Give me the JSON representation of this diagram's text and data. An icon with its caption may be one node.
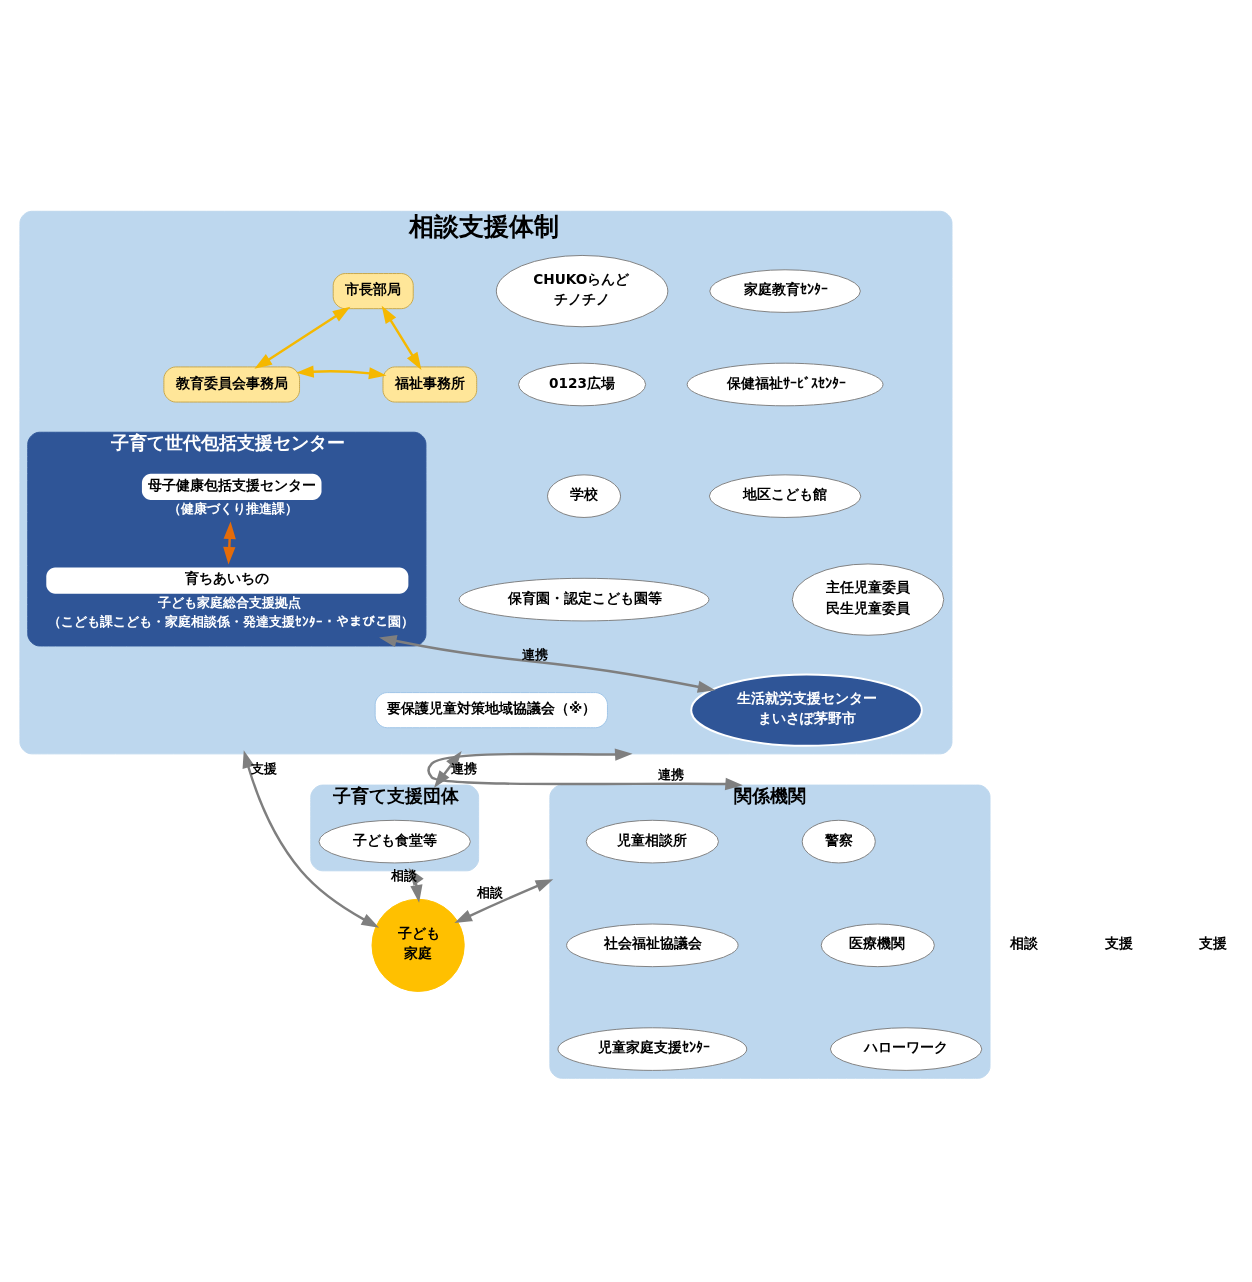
{
  "diagram": {
    "nodes": [
      {
        "text": [
          "相談支援体制"
        ]
      },
      {
        "text": [
          "市長部局"
        ],
        "in": 0
      },
      {
        "text": [
          "福祉事務所"
        ],
        "in": 0
      },
      {
        "text": [
          "教育委員会事務局"
        ],
        "in": 0
      },
      {
        "text": [
          "家庭教育ｾﾝﾀｰ"
        ],
        "in": 0
      },
      {
        "text": [
          "保健福祉ｻｰﾋﾞｽｾﾝﾀｰ"
        ],
        "in": 0
      },
      {
        "text": [
          "地区こども館"
        ],
        "in": 0
      },
      {
        "text": [
          "主任児童委員",
          "民生児童委員"
        ],
        "in": 0
      },
      {
        "text": [
          "CHUKOらんど",
          "チノチノ"
        ],
        "in": 0
      },
      {
        "text": [
          "0123広場"
        ],
        "in": 0
      },
      {
        "text": [
          "学校"
        ],
        "in": 0
      },
      {
        "text": [
          "保育園・認定こども園等"
        ],
        "in": 0
      },
      {
        "text": [
          "子育て世代包括支援センター"
        ],
        "in": 0
      },
      {
        "text": [
          "母子健康包括支援センター"
        ],
        "in": 12,
        "beside": [
          "（健康づくり推進課）"
        ]
      },
      {
        "text": [
          "育ちあいちの"
        ],
        "in": 12,
        "beside": [
          "子ども家庭総合支援拠点",
          "（こども課こども・家庭相談係・発達支援ｾﾝﾀｰ・やまびこ園）"
        ]
      },
      {
        "text": [
          "要保護児童対策地域協議会（※）"
        ],
        "in": 0
      },
      {
        "text": [
          "生活就労支援センター",
          "まいさぽ茅野市"
        ],
        "in": 0
      },
      {
        "text": [
          "関係機関"
        ]
      },
      {
        "text": [
          "警察"
        ],
        "in": 17
      },
      {
        "text": [
          "児童相談所"
        ],
        "in": 17
      },
      {
        "text": [
          "医療機関"
        ],
        "in": 17
      },
      {
        "text": [
          "社会福祉協議会"
        ],
        "in": 17
      },
      {
        "text": [
          "ハローワーク"
        ],
        "in": 17
      },
      {
        "text": [
          "児童家庭支援ｾﾝﾀｰ"
        ],
        "in": 17
      },
      {
        "text": [
          "子ども",
          "家庭"
        ]
      },
      {
        "text": [
          "子育て支援団体"
        ]
      },
      {
        "text": [
          "子ども食堂等"
        ],
        "in": 25
      }
    ],
    "edges": [
      {
        "from": 1,
        "to": 2,
        "arrow": "both",
        "color": "#f5b800"
      },
      {
        "from": 1,
        "to": 3,
        "arrow": "both",
        "color": "#f5b800"
      },
      {
        "from": 2,
        "to": 3,
        "arrow": "both",
        "color": "#f5b800"
      },
      {
        "from": 13,
        "to": 14,
        "arrow": "both",
        "color": "#e46c0a"
      },
      {
        "from": 16,
        "to": 14,
        "arrow": "both",
        "label": "連携"
      },
      {
        "from": 17,
        "to": 0,
        "arrow": "both",
        "label": "連携"
      },
      {
        "from": 0,
        "to": 24,
        "arrow": "both",
        "label": "支援"
      },
      {
        "from": 0,
        "to": 25,
        "arrow": "both",
        "label": "連携"
      },
      {
        "from": 17,
        "to": 24,
        "arrow": "both",
        "label": "相談"
      },
      {
        "from": 24,
        "to": 25,
        "arrow": "both",
        "label": "相談"
      }
    ],
    "labels": [
      "相談",
      "支援",
      "支援"
    ]
  }
}
